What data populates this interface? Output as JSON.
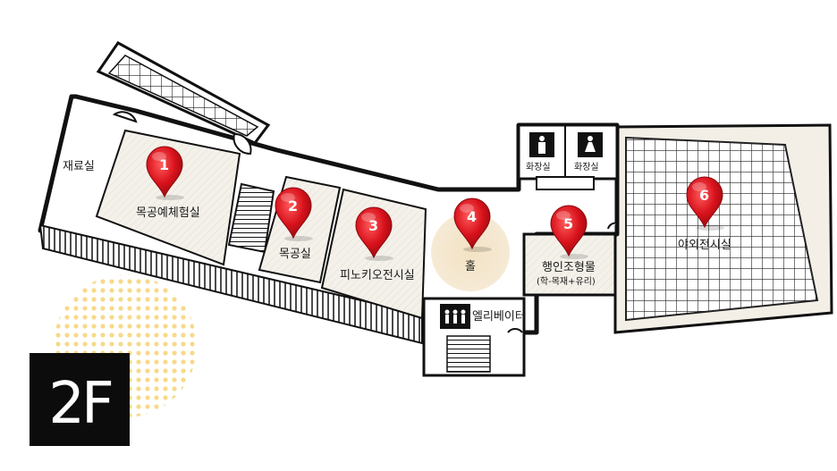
{
  "floor": {
    "label": "2F"
  },
  "rooms": {
    "material": {
      "label": "재료실"
    },
    "woodcraft_experience": {
      "label": "목공예체험실"
    },
    "woodworking": {
      "label": "목공실"
    },
    "pinocchio": {
      "label": "피노키오전시실"
    },
    "hall": {
      "label": "홀"
    },
    "figure": {
      "label": "행인조형물",
      "sublabel": "(학-목재+유리)"
    },
    "outdoor": {
      "label": "야외전시실"
    },
    "restroom_male": {
      "label": "화장실"
    },
    "restroom_female": {
      "label": "화장실"
    },
    "elevator": {
      "label": "엘리베이터"
    }
  },
  "markers": [
    {
      "number": "1"
    },
    {
      "number": "2"
    },
    {
      "number": "3"
    },
    {
      "number": "4"
    },
    {
      "number": "5"
    },
    {
      "number": "6"
    }
  ],
  "colors": {
    "wall": "#111111",
    "floor_fill": "#f3efe7",
    "pin": "#d8121c",
    "dots": "#f7d98a",
    "hall_spot": "#f1e3c8"
  }
}
